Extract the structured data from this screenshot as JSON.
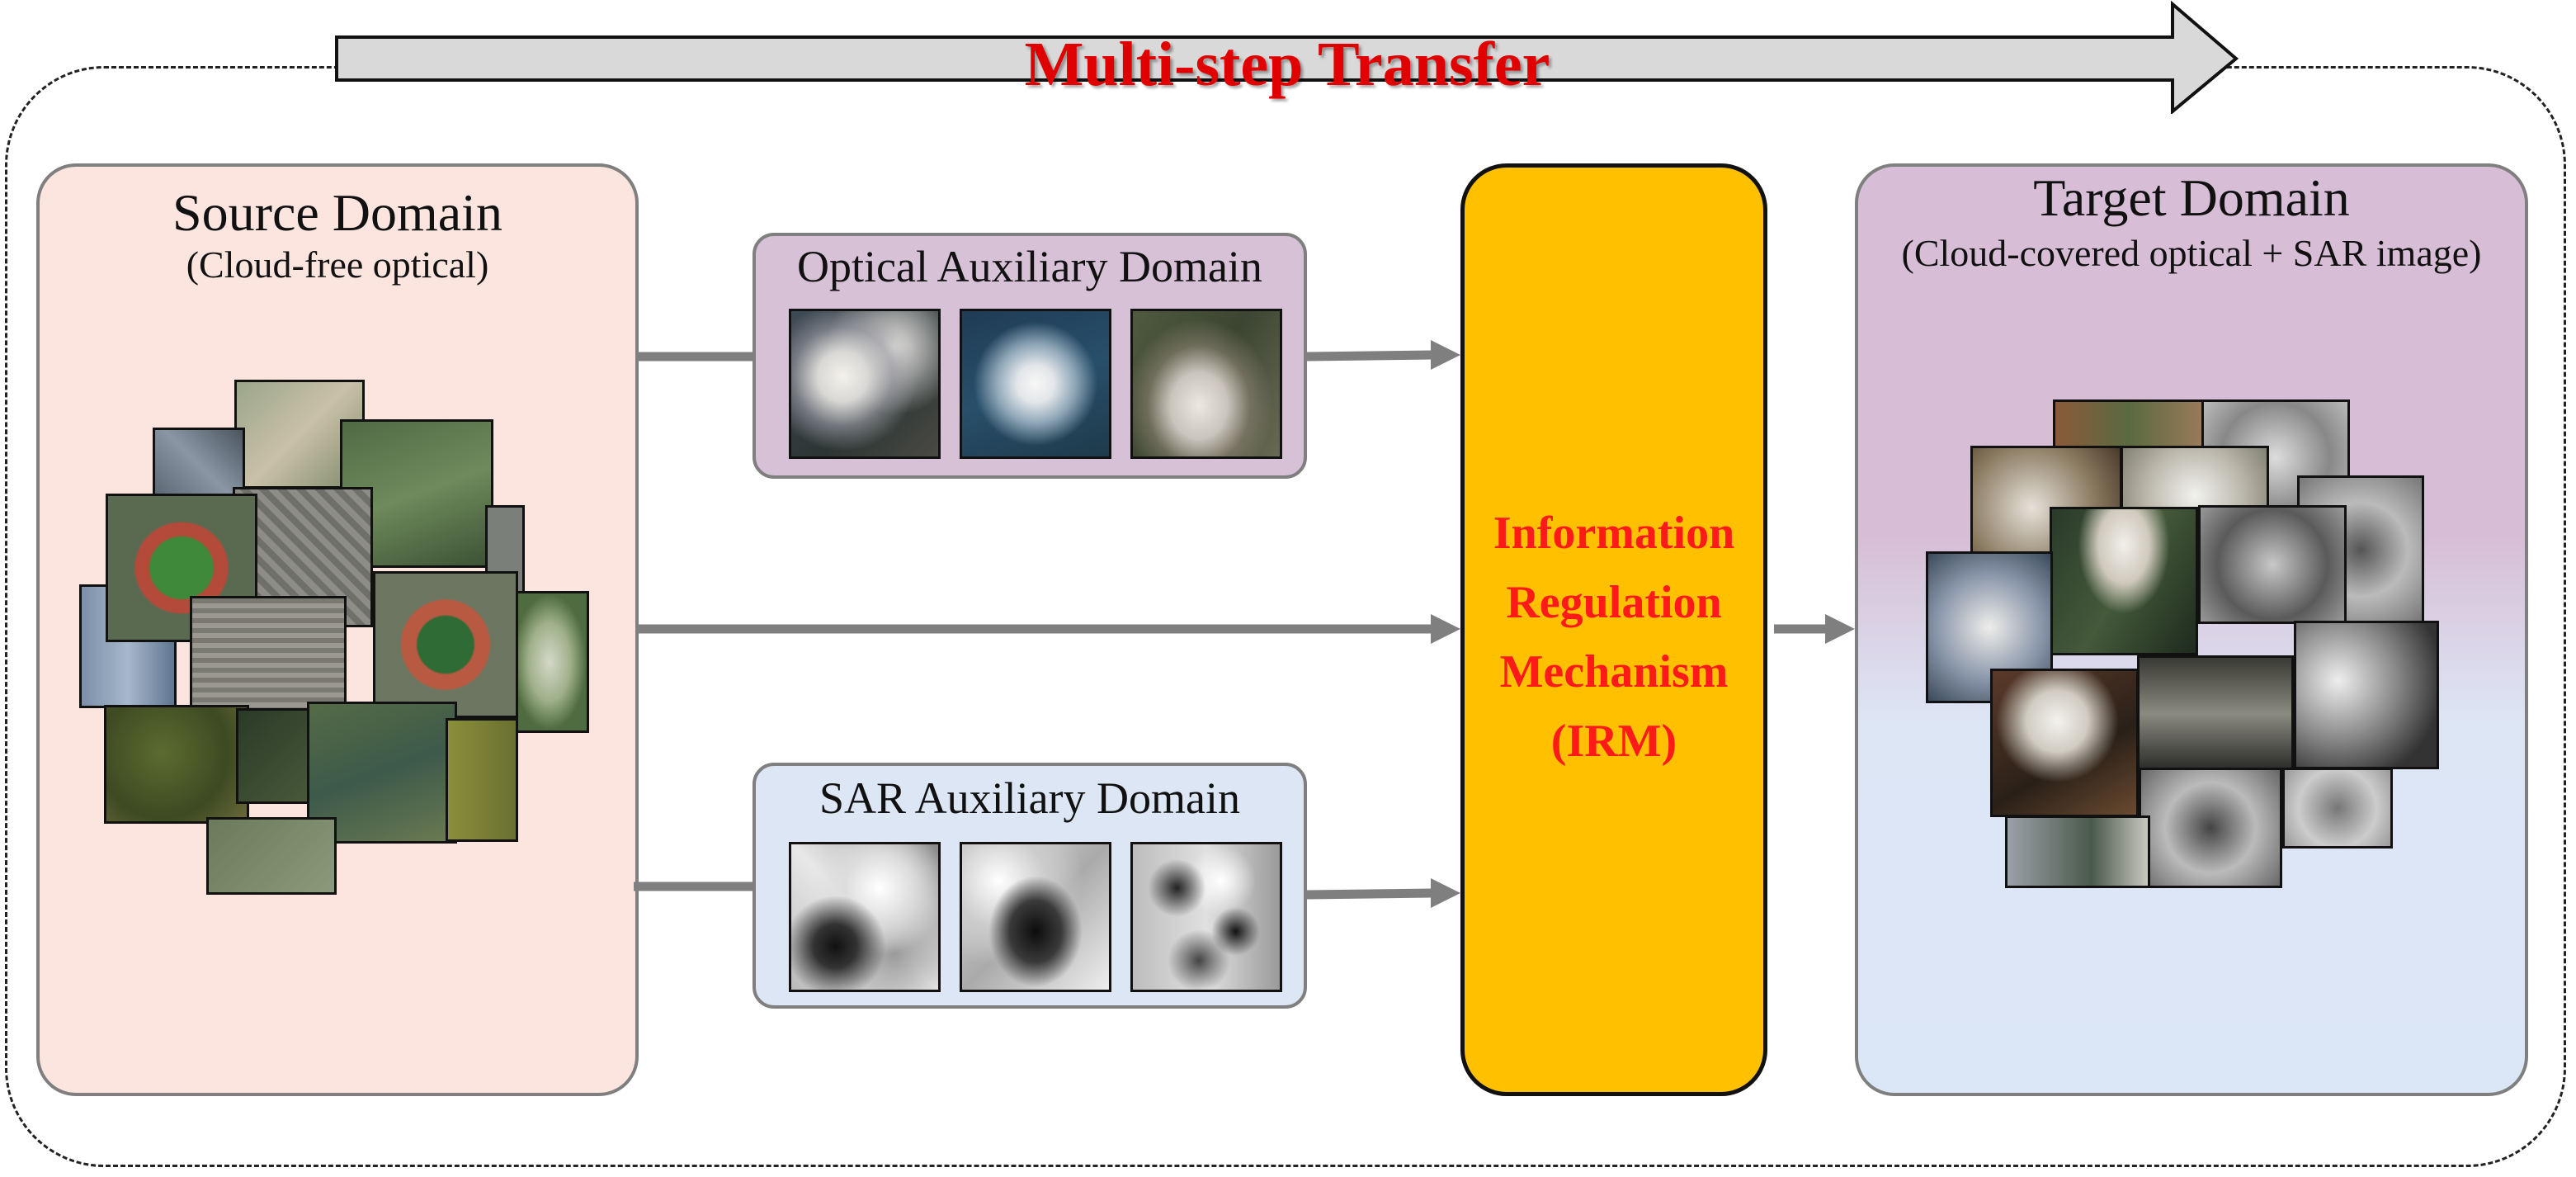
{
  "banner": {
    "label": "Multi-step Transfer"
  },
  "source": {
    "title": "Source Domain",
    "subtitle": "(Cloud-free optical)"
  },
  "optical_aux": {
    "title": "Optical Auxiliary Domain"
  },
  "sar_aux": {
    "title": "SAR Auxiliary Domain"
  },
  "irm": {
    "lines": [
      "Information",
      "Regulation",
      "Mechanism",
      "(IRM)"
    ]
  },
  "target": {
    "title": "Target Domain",
    "subtitle": "(Cloud-covered optical + SAR image)"
  },
  "colors": {
    "banner_text": "#e00000",
    "irm_fill": "#ffc000",
    "irm_text": "#ff1a1a",
    "source_fill": "#fbe5de",
    "optical_aux_fill": "#d7c1d7",
    "sar_aux_fill": "#dce6f5",
    "arrow": "#7f7f7f"
  }
}
